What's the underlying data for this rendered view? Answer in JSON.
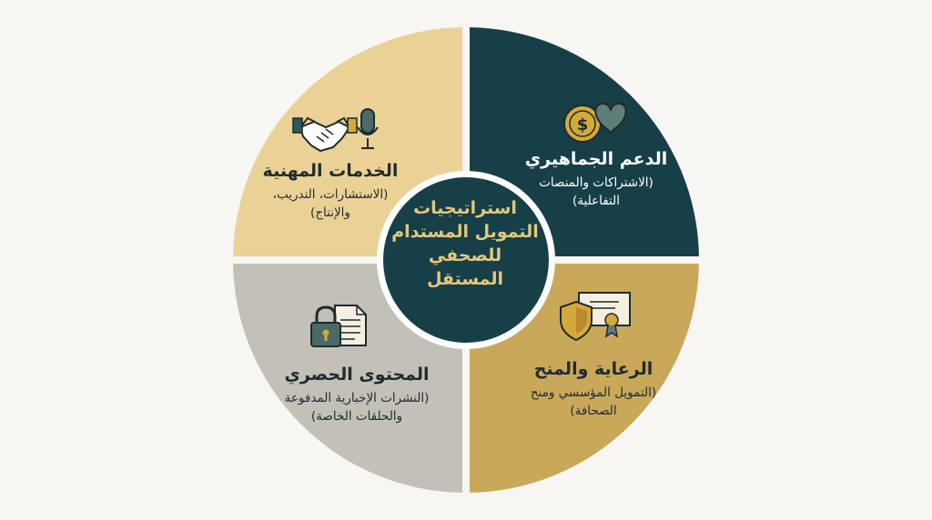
{
  "center": {
    "title": "استراتيجيات التمويل المستدام للصحفي المستقل"
  },
  "quadrants": {
    "top_right": {
      "title": "الدعم الجماهيري",
      "subtitle": "(الاشتراكات والمنصات التفاعلية)",
      "icons": [
        "coin-icon",
        "heart-icon"
      ]
    },
    "top_left": {
      "title": "الخدمات المهنية",
      "subtitle": "(الاستشارات، التدريب، والإنتاج)",
      "icons": [
        "handshake-icon",
        "microphone-icon"
      ]
    },
    "bottom_right": {
      "title": "الرعاية والمنح",
      "subtitle": "(التمويل المؤسسي ومنح الصحافة)",
      "icons": [
        "shield-icon",
        "certificate-icon"
      ]
    },
    "bottom_left": {
      "title": "المحتوى الحصري",
      "subtitle": "(النشرات الإخبارية المدفوعة والحلقات الخاصة)",
      "icons": [
        "padlock-icon",
        "document-icon"
      ]
    }
  },
  "colors": {
    "top_right": "#173f48",
    "top_left": "#ead296",
    "bottom_right": "#c9a85a",
    "bottom_left": "#c3c0b8",
    "center": "#173f48",
    "center_ring": "#ffffff",
    "center_text": "#e4c87b"
  }
}
